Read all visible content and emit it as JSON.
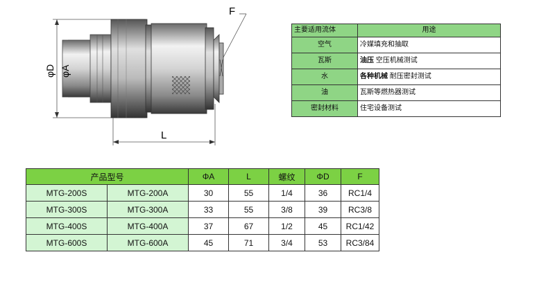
{
  "drawing": {
    "labels": {
      "f": "F",
      "phi_d": "φD",
      "phi_a": "φA",
      "l": "L"
    }
  },
  "usage_table": {
    "header": {
      "fluid": "主要适用流体",
      "use": "用途"
    },
    "rows": [
      {
        "fluid": "空气",
        "use": "冷媒填充和抽取",
        "use_bold": ""
      },
      {
        "fluid": "瓦斯",
        "use_bold": "油压",
        "use": " 空压机械测试"
      },
      {
        "fluid": "水",
        "use_bold": "各种机械",
        "use": " 耐压密封测试"
      },
      {
        "fluid": "油",
        "use_bold": "",
        "use": "瓦斯等燃热器测试"
      },
      {
        "fluid": "密封材料",
        "use_bold": "",
        "use": "住宅设备测试"
      }
    ]
  },
  "spec_table": {
    "headers": {
      "model": "产品型号",
      "phi_a": "ΦA",
      "l": "L",
      "thread": "螺纹",
      "phi_d": "ΦD",
      "f": "F"
    },
    "rows": [
      {
        "model_s": "MTG-200S",
        "model_a": "MTG-200A",
        "phi_a": "30",
        "l": "55",
        "thread": "1/4",
        "phi_d": "36",
        "f": "RC1/4"
      },
      {
        "model_s": "MTG-300S",
        "model_a": "MTG-300A",
        "phi_a": "33",
        "l": "55",
        "thread": "3/8",
        "phi_d": "39",
        "f": "RC3/8"
      },
      {
        "model_s": "MTG-400S",
        "model_a": "MTG-400A",
        "phi_a": "37",
        "l": "67",
        "thread": "1/2",
        "phi_d": "45",
        "f": "RC1/42"
      },
      {
        "model_s": "MTG-600S",
        "model_a": "MTG-600A",
        "phi_a": "45",
        "l": "71",
        "thread": "3/4",
        "phi_d": "53",
        "f": "RC3/84"
      }
    ]
  },
  "colors": {
    "header_green": "#7cd144",
    "model_green": "#d3f5d3",
    "fluid_green": "#8fd585"
  }
}
